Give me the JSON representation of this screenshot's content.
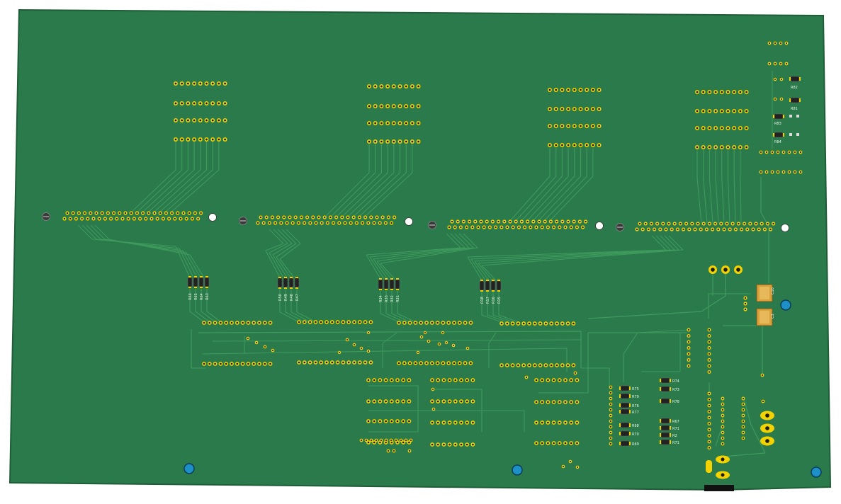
{
  "board": {
    "board_color": "#2b7a4b",
    "edge_color": "#1f5d38",
    "trace_color": "#3e9a5d",
    "pad_color": "#f2d200",
    "hole_color": "#1a1a1a",
    "mount_hole_color": "#ffffff",
    "blue_hole_color": "#1e90c8",
    "resistor_body_color": "#222222",
    "cap_color": "#d9a13a"
  },
  "labels": {
    "group1": [
      "R66",
      "R65",
      "R64",
      "R63"
    ],
    "group2": [
      "R50",
      "R49",
      "R48",
      "R47"
    ],
    "group3": [
      "R34",
      "R33",
      "R32",
      "R31"
    ],
    "group4": [
      "R18",
      "R17",
      "R16",
      "R15"
    ],
    "right_col_a": [
      "R75",
      "R79",
      "R76",
      "R77",
      "R68",
      "R70",
      "R69"
    ],
    "right_col_b": [
      "R74",
      "R73",
      "R78",
      "R67",
      "R71",
      "R2",
      "R71"
    ],
    "top_right": [
      "R82",
      "R81",
      "R83",
      "R84"
    ],
    "caps": [
      "C10",
      "C3"
    ]
  }
}
